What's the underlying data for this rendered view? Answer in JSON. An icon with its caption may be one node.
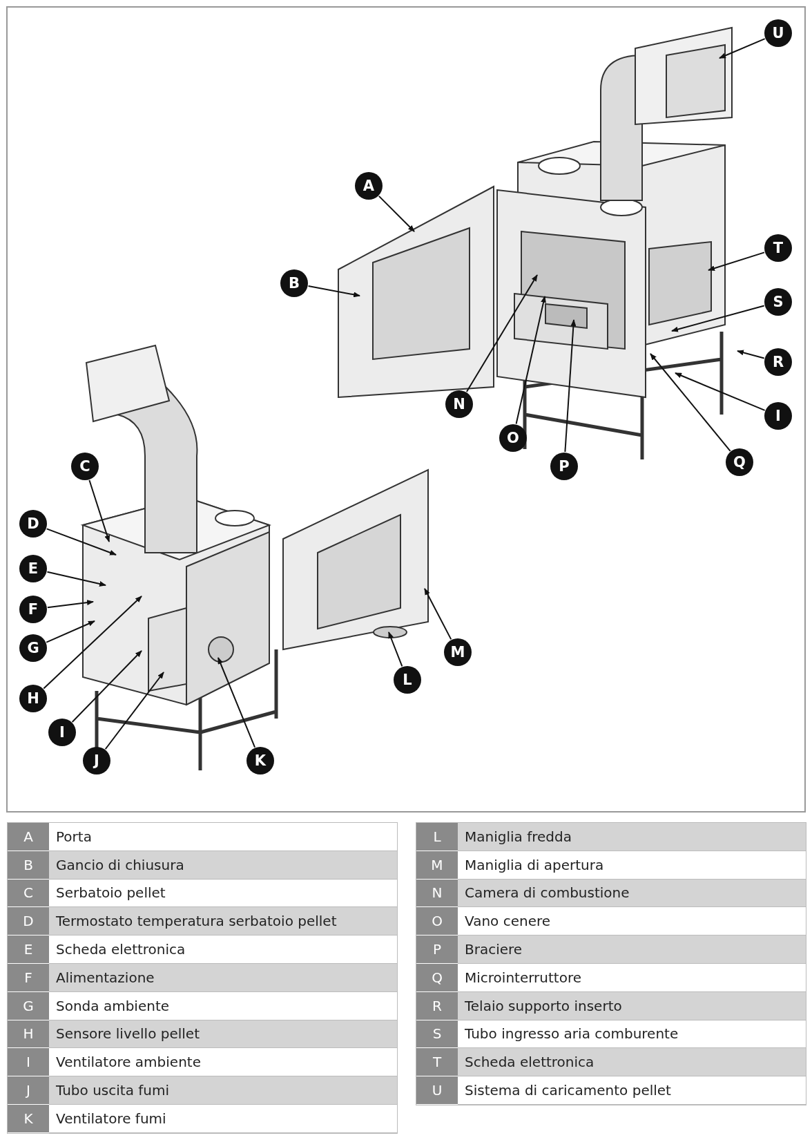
{
  "diagram": {
    "nodes": [
      {
        "text": [
          "A"
        ]
      },
      {
        "text": [
          "B"
        ]
      },
      {
        "text": [
          "C"
        ]
      },
      {
        "text": [
          "D"
        ]
      },
      {
        "text": [
          "E"
        ]
      },
      {
        "text": [
          "F"
        ]
      },
      {
        "text": [
          "G"
        ]
      },
      {
        "text": [
          "H"
        ]
      },
      {
        "text": [
          "I"
        ]
      },
      {
        "text": [
          "J"
        ]
      },
      {
        "text": [
          "K"
        ]
      },
      {
        "text": [
          "L"
        ]
      },
      {
        "text": [
          "M"
        ]
      },
      {
        "text": [
          "N"
        ]
      },
      {
        "text": [
          "O"
        ]
      },
      {
        "text": [
          "P"
        ]
      },
      {
        "text": [
          "Q"
        ]
      },
      {
        "text": [
          "R"
        ]
      },
      {
        "text": [
          "I"
        ]
      },
      {
        "text": [
          "S"
        ]
      },
      {
        "text": [
          "T"
        ]
      },
      {
        "text": [
          "U"
        ]
      }
    ],
    "edges": [
      {
        "from": 0,
        "to": null,
        "arrow": "to"
      },
      {
        "from": 1,
        "to": null,
        "arrow": "to"
      },
      {
        "from": 2,
        "to": null,
        "arrow": "to"
      },
      {
        "from": 3,
        "to": null,
        "arrow": "to"
      },
      {
        "from": 4,
        "to": null,
        "arrow": "to"
      },
      {
        "from": 5,
        "to": null,
        "arrow": "to"
      },
      {
        "from": 6,
        "to": null,
        "arrow": "to"
      },
      {
        "from": 7,
        "to": null,
        "arrow": "to"
      },
      {
        "from": 8,
        "to": null,
        "arrow": "to"
      },
      {
        "from": 9,
        "to": null,
        "arrow": "to"
      },
      {
        "from": 10,
        "to": null,
        "arrow": "to"
      },
      {
        "from": 11,
        "to": null,
        "arrow": "to"
      },
      {
        "from": 12,
        "to": null,
        "arrow": "to"
      },
      {
        "from": 13,
        "to": null,
        "arrow": "to"
      },
      {
        "from": 14,
        "to": null,
        "arrow": "to"
      },
      {
        "from": 15,
        "to": null,
        "arrow": "to"
      },
      {
        "from": 16,
        "to": null,
        "arrow": "to"
      },
      {
        "from": 17,
        "to": null,
        "arrow": "to"
      },
      {
        "from": 18,
        "to": null,
        "arrow": "to"
      },
      {
        "from": 19,
        "to": null,
        "arrow": "to"
      },
      {
        "from": 20,
        "to": null,
        "arrow": "to"
      },
      {
        "from": 21,
        "to": null,
        "arrow": "to"
      }
    ],
    "labels": [
      "A",
      "Porta",
      "B",
      "Gancio di chiusura",
      "C",
      "Serbatoio pellet",
      "D",
      "Termostato temperatura serbatoio pellet",
      "E",
      "Scheda elettronica",
      "F",
      "Alimentazione",
      "G",
      "Sonda ambiente",
      "H",
      "Sensore livello pellet",
      "I",
      "Ventilatore ambiente",
      "J",
      "Tubo uscita fumi",
      "K",
      "Ventilatore fumi",
      "L",
      "Maniglia fredda",
      "M",
      "Maniglia di apertura",
      "N",
      "Camera di combustione",
      "O",
      "Vano cenere",
      "P",
      "Braciere",
      "Q",
      "Microinterruttore",
      "R",
      "Telaio supporto inserto",
      "S",
      "Tubo ingresso aria comburente",
      "T",
      "Scheda elettronica",
      "U",
      "Sistema di caricamento pellet"
    ]
  }
}
